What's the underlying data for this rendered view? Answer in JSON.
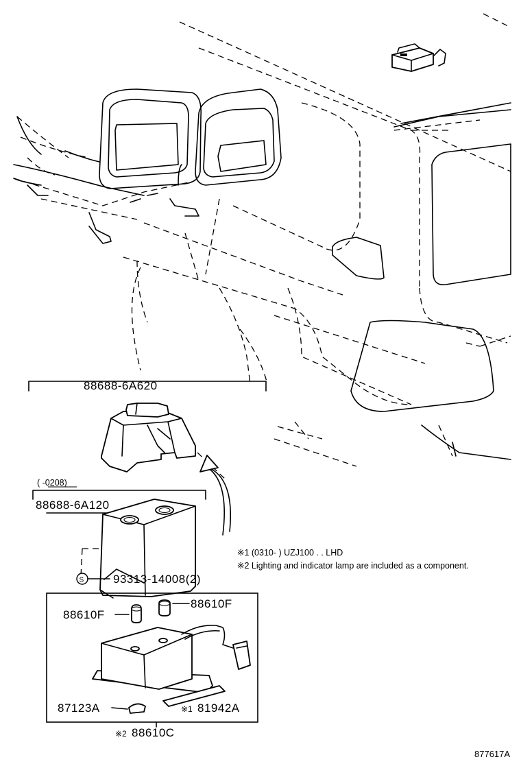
{
  "parts": {
    "lamp_assy_new": "88688-6A620",
    "lamp_assy_old_date": "(      -0208)",
    "lamp_assy_old": "88688-6A120",
    "screw_symbol": "S",
    "screw": "93313-14008(2)",
    "bulb_left": "88610F",
    "bulb_right": "88610F",
    "clip": "87123A",
    "label_part": "81942A",
    "lamp_assy": "88610C"
  },
  "markers": {
    "note1_ref": "※1",
    "note2_ref": "※2"
  },
  "notes": {
    "note1": "※1 (0310-      ) UZJ100 . . LHD",
    "note2": "※2 Lighting and indicator lamp are included as a component."
  },
  "diagram_id": "877617A"
}
